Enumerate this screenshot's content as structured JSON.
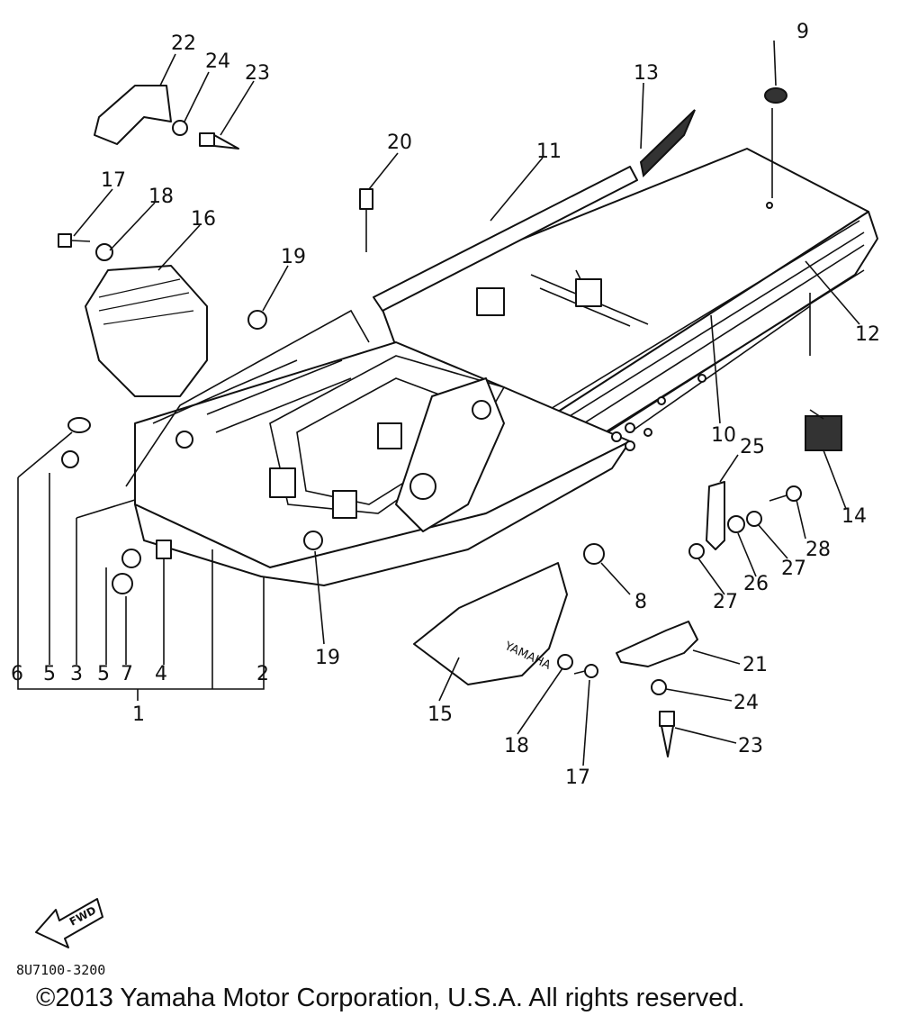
{
  "diagram": {
    "callouts": [
      {
        "id": "c22",
        "label": "22"
      },
      {
        "id": "c24a",
        "label": "24"
      },
      {
        "id": "c23a",
        "label": "23"
      },
      {
        "id": "c17a",
        "label": "17"
      },
      {
        "id": "c18a",
        "label": "18"
      },
      {
        "id": "c16",
        "label": "16"
      },
      {
        "id": "c19a",
        "label": "19"
      },
      {
        "id": "c20",
        "label": "20"
      },
      {
        "id": "c11",
        "label": "11"
      },
      {
        "id": "c13",
        "label": "13"
      },
      {
        "id": "c9",
        "label": "9"
      },
      {
        "id": "c12",
        "label": "12"
      },
      {
        "id": "c10",
        "label": "10"
      },
      {
        "id": "c25",
        "label": "25"
      },
      {
        "id": "c14",
        "label": "14"
      },
      {
        "id": "c28",
        "label": "28"
      },
      {
        "id": "c27a",
        "label": "27"
      },
      {
        "id": "c26",
        "label": "26"
      },
      {
        "id": "c27b",
        "label": "27"
      },
      {
        "id": "c8",
        "label": "8"
      },
      {
        "id": "c21",
        "label": "21"
      },
      {
        "id": "c24b",
        "label": "24"
      },
      {
        "id": "c23b",
        "label": "23"
      },
      {
        "id": "c17b",
        "label": "17"
      },
      {
        "id": "c18b",
        "label": "18"
      },
      {
        "id": "c15",
        "label": "15"
      },
      {
        "id": "c19b",
        "label": "19"
      },
      {
        "id": "c6",
        "label": "6"
      },
      {
        "id": "c5a",
        "label": "5"
      },
      {
        "id": "c3",
        "label": "3"
      },
      {
        "id": "c5b",
        "label": "5"
      },
      {
        "id": "c7",
        "label": "7"
      },
      {
        "id": "c4",
        "label": "4"
      },
      {
        "id": "c2",
        "label": "2"
      },
      {
        "id": "c1",
        "label": "1"
      }
    ],
    "panel_text": "YAMAHA",
    "fwd_arrow": "FWD",
    "drawing_code": "8U7100-3200",
    "copyright": "©2013 Yamaha Motor Corporation, U.S.A. All rights reserved."
  }
}
